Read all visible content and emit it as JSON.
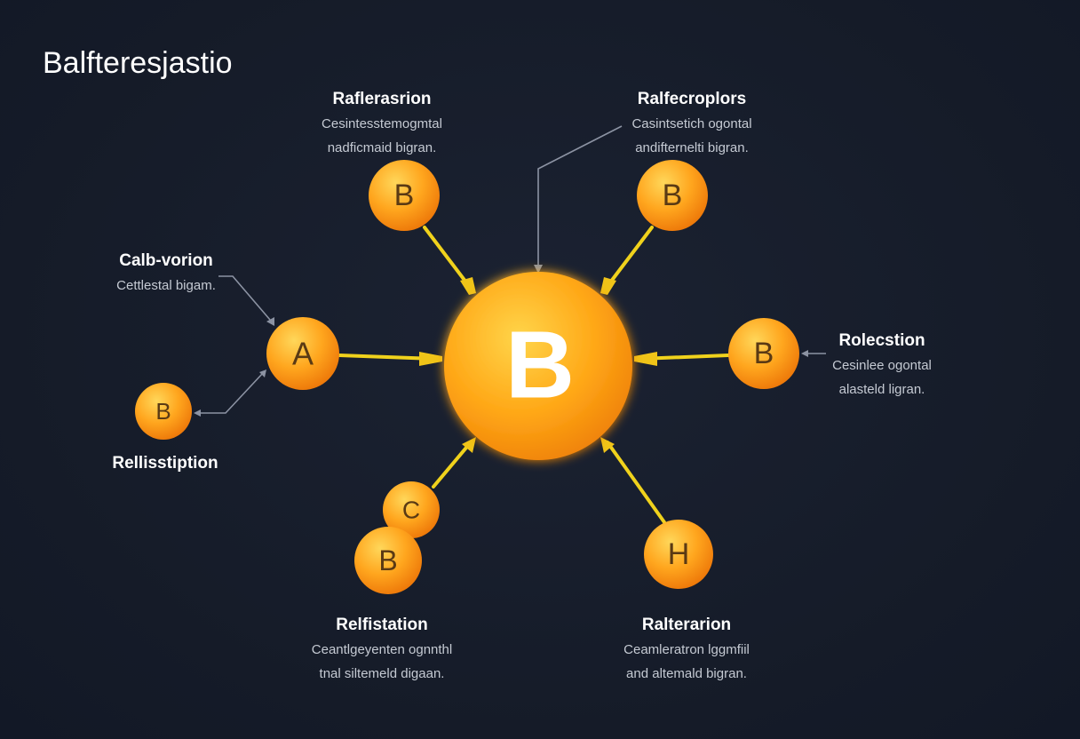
{
  "title": "Balfteresjastio",
  "hub": {
    "letter": "B"
  },
  "nodes": [
    {
      "id": "top-left",
      "letter": "B"
    },
    {
      "id": "top-right",
      "letter": "B"
    },
    {
      "id": "left",
      "letter": "A"
    },
    {
      "id": "far-left",
      "letter": "B"
    },
    {
      "id": "right",
      "letter": "B"
    },
    {
      "id": "bottom-left-c",
      "letter": "C"
    },
    {
      "id": "bottom-left-b",
      "letter": "B"
    },
    {
      "id": "bottom-right",
      "letter": "H"
    }
  ],
  "labels": {
    "top_left": {
      "title": "Raflerasrion",
      "desc_line1": "Cesintesstemogmtal",
      "desc_line2": "nadficmaid bigran."
    },
    "top_right": {
      "title": "Ralfecroplors",
      "desc_line1": "Casintsetich ogontal",
      "desc_line2": "andifternelti bigran."
    },
    "left": {
      "title": "Calb-vorion",
      "desc_line1": "Cettlestal bigam."
    },
    "far_left": {
      "title": "Rellisstiption"
    },
    "right": {
      "title": "Rolecstion",
      "desc_line1": "Cesinlee ogontal",
      "desc_line2": "alasteld ligran."
    },
    "bottom_left": {
      "title": "Relfistation",
      "desc_line1": "Ceantlgeyenten ognnthl",
      "desc_line2": "tnal siltemeld digaan."
    },
    "bottom_right": {
      "title": "Ralterarion",
      "desc_line1": "Ceamleratron lggmfiil",
      "desc_line2": "and altemald bigran."
    }
  },
  "colors": {
    "node_light": "#ffcf4a",
    "node_mid": "#ffa11c",
    "node_dark": "#f07e0c",
    "connector": "#f0d21c",
    "callout_line": "#8c93a3",
    "background": "#161c2a"
  }
}
